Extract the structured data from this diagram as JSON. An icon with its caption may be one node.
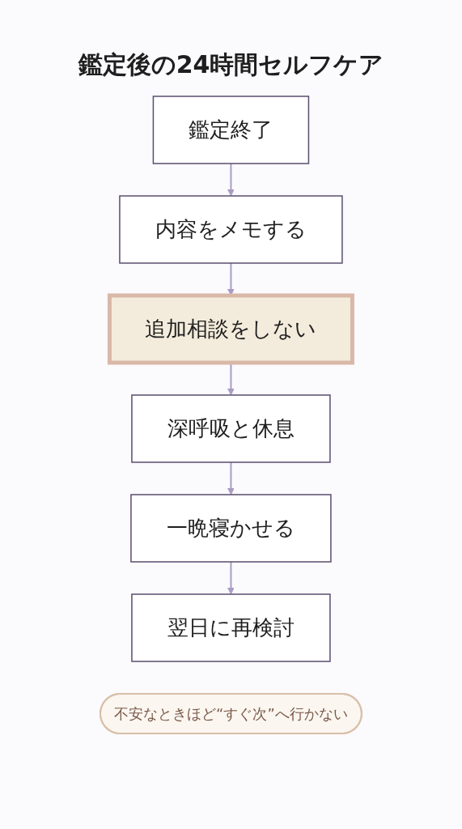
{
  "diagram": {
    "title": "鑑定後の24時間セルフケア",
    "nodes": [
      {
        "text": [
          "鑑定終了"
        ]
      },
      {
        "text": [
          "内容をメモする"
        ]
      },
      {
        "text": [
          "追加相談をしない"
        ]
      },
      {
        "text": [
          "深呼吸と休息"
        ]
      },
      {
        "text": [
          "一晩寝かせる"
        ]
      },
      {
        "text": [
          "翌日に再検討"
        ]
      },
      {
        "text": [
          "不安なときほど“すぐ次”へ行かない"
        ]
      }
    ],
    "edges": [
      {
        "from": 0,
        "to": 1,
        "arrow": "to"
      },
      {
        "from": 1,
        "to": 2,
        "arrow": "to"
      },
      {
        "from": 2,
        "to": 3,
        "arrow": "to"
      },
      {
        "from": 3,
        "to": 4,
        "arrow": "to"
      },
      {
        "from": 4,
        "to": 5,
        "arrow": "to"
      }
    ]
  }
}
